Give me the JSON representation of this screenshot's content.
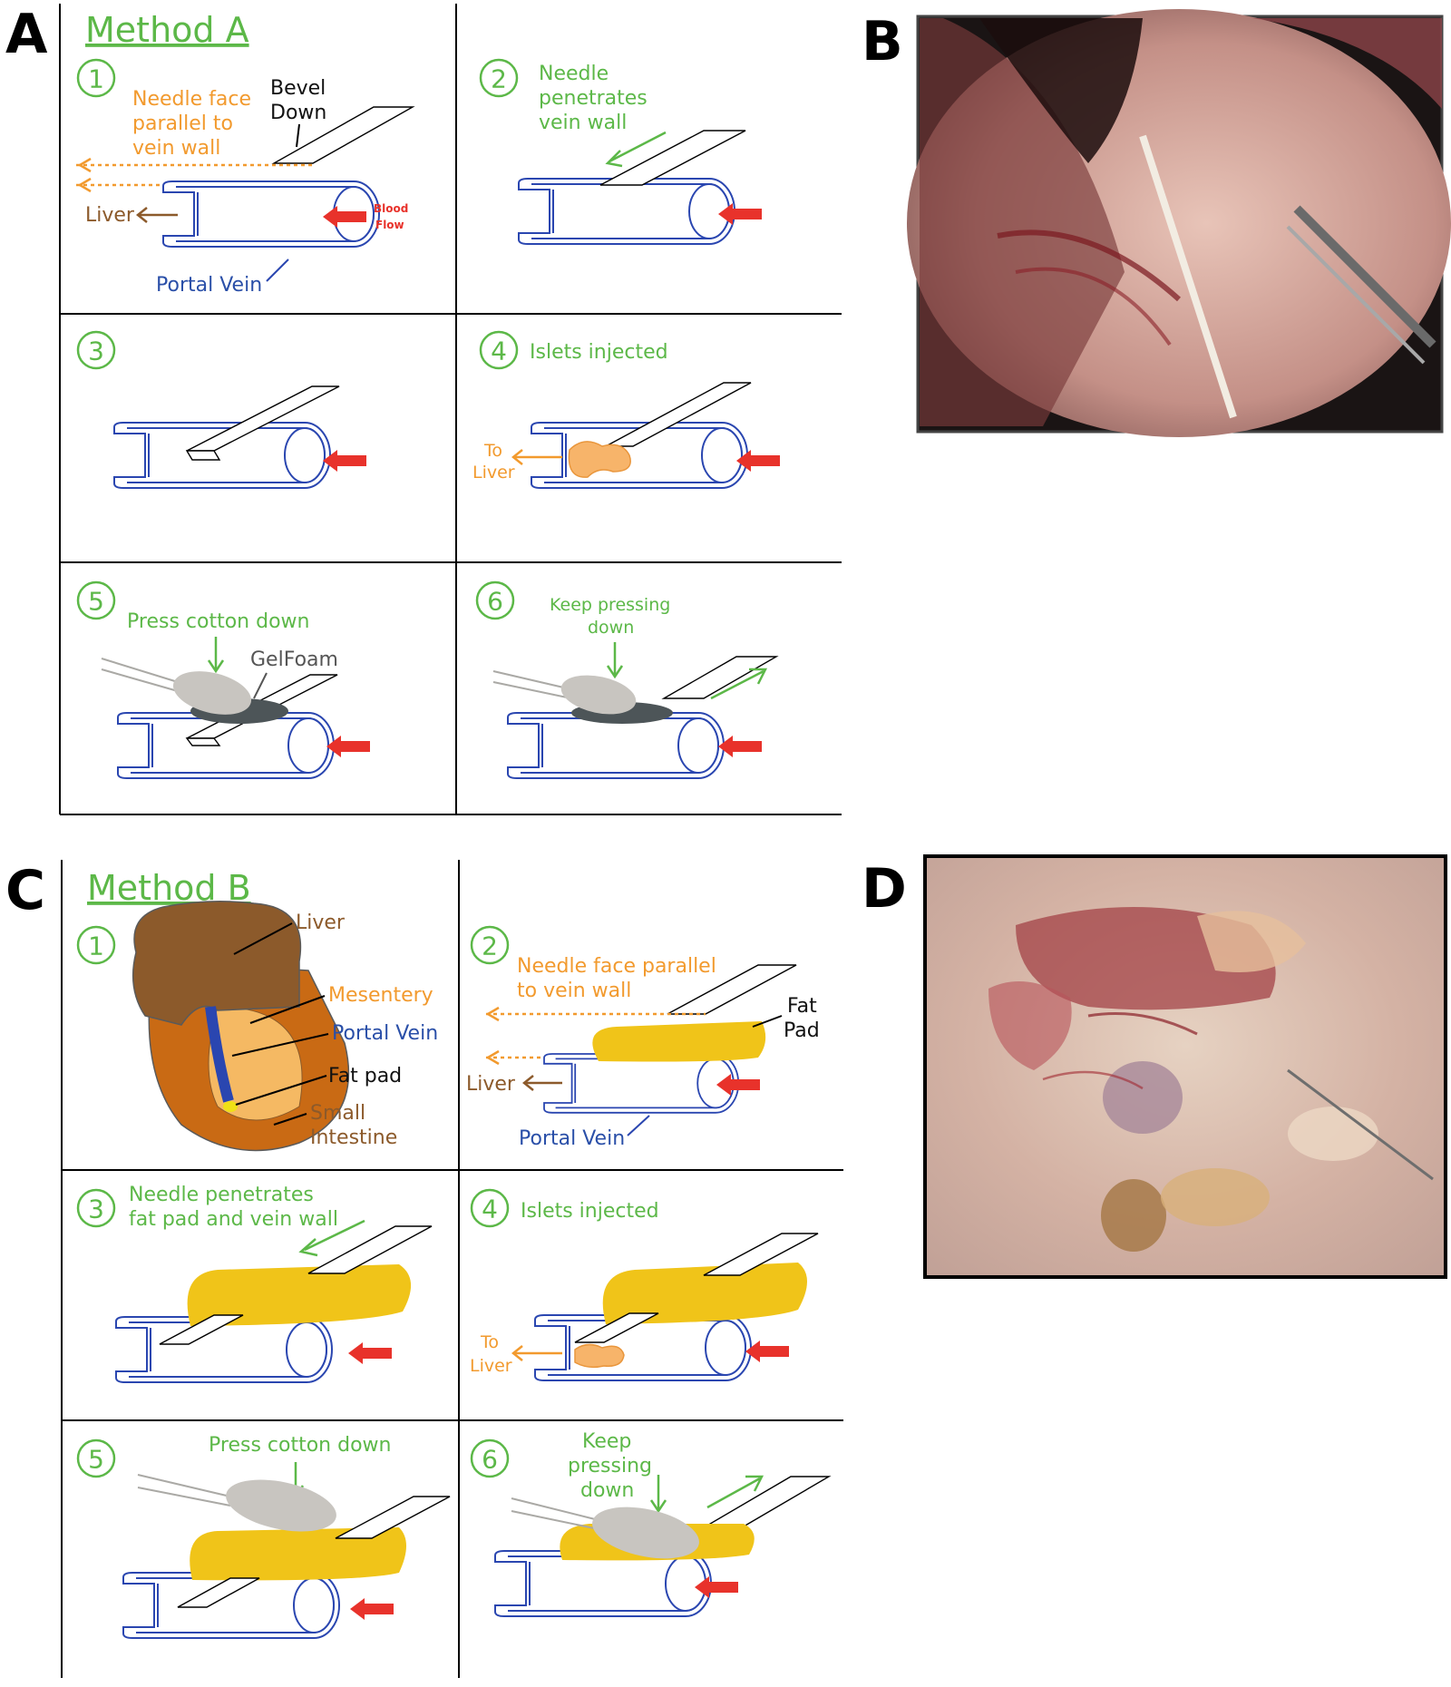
{
  "panels": {
    "A": "A",
    "B": "B",
    "C": "C",
    "D": "D"
  },
  "method_a": {
    "title": "Method A",
    "step_numbers": [
      "1",
      "2",
      "3",
      "4",
      "5",
      "6"
    ],
    "s1_needle_face_lines": [
      "Needle face",
      "parallel to",
      "vein wall"
    ],
    "s1_bevel_lines": [
      "Bevel",
      "Down"
    ],
    "s1_liver": "Liver",
    "s1_blood_flow_lines": [
      "Blood",
      "Flow"
    ],
    "s1_portal_vein": "Portal Vein",
    "s2_lines": [
      "Needle",
      "penetrates",
      "vein wall"
    ],
    "s4_label": "Islets injected",
    "s4_to_liver_lines": [
      "To",
      "Liver"
    ],
    "s5_label": "Press cotton down",
    "s5_gelfoam": "GelFoam",
    "s6_lines": [
      "Keep pressing",
      "down"
    ]
  },
  "method_b": {
    "title": "Method B",
    "step_numbers": [
      "1",
      "2",
      "3",
      "4",
      "5",
      "6"
    ],
    "s1_liver": "Liver",
    "s1_mesentery": "Mesentery",
    "s1_portal_vein": "Portal Vein",
    "s1_fat_pad": "Fat pad",
    "s1_small_intestine_lines": [
      "Small",
      "Intestine"
    ],
    "s2_needle_face_lines": [
      "Needle face parallel",
      "to vein wall"
    ],
    "s2_fat_pad_lines": [
      "Fat",
      "Pad"
    ],
    "s2_liver": "Liver",
    "s2_portal_vein": "Portal Vein",
    "s3_lines": [
      "Needle penetrates",
      "fat pad and vein wall"
    ],
    "s4_label": "Islets injected",
    "s4_to_liver_lines": [
      "To",
      "Liver"
    ],
    "s5_label": "Press cotton down",
    "s6_lines": [
      "Keep",
      "pressing",
      "down"
    ]
  },
  "colors": {
    "green": "#5cb848",
    "orange": "#f29a2e",
    "brown": "#8c5a2b",
    "blue": "#2a46b0",
    "red": "#e8322b",
    "fat": "#f0c419"
  }
}
